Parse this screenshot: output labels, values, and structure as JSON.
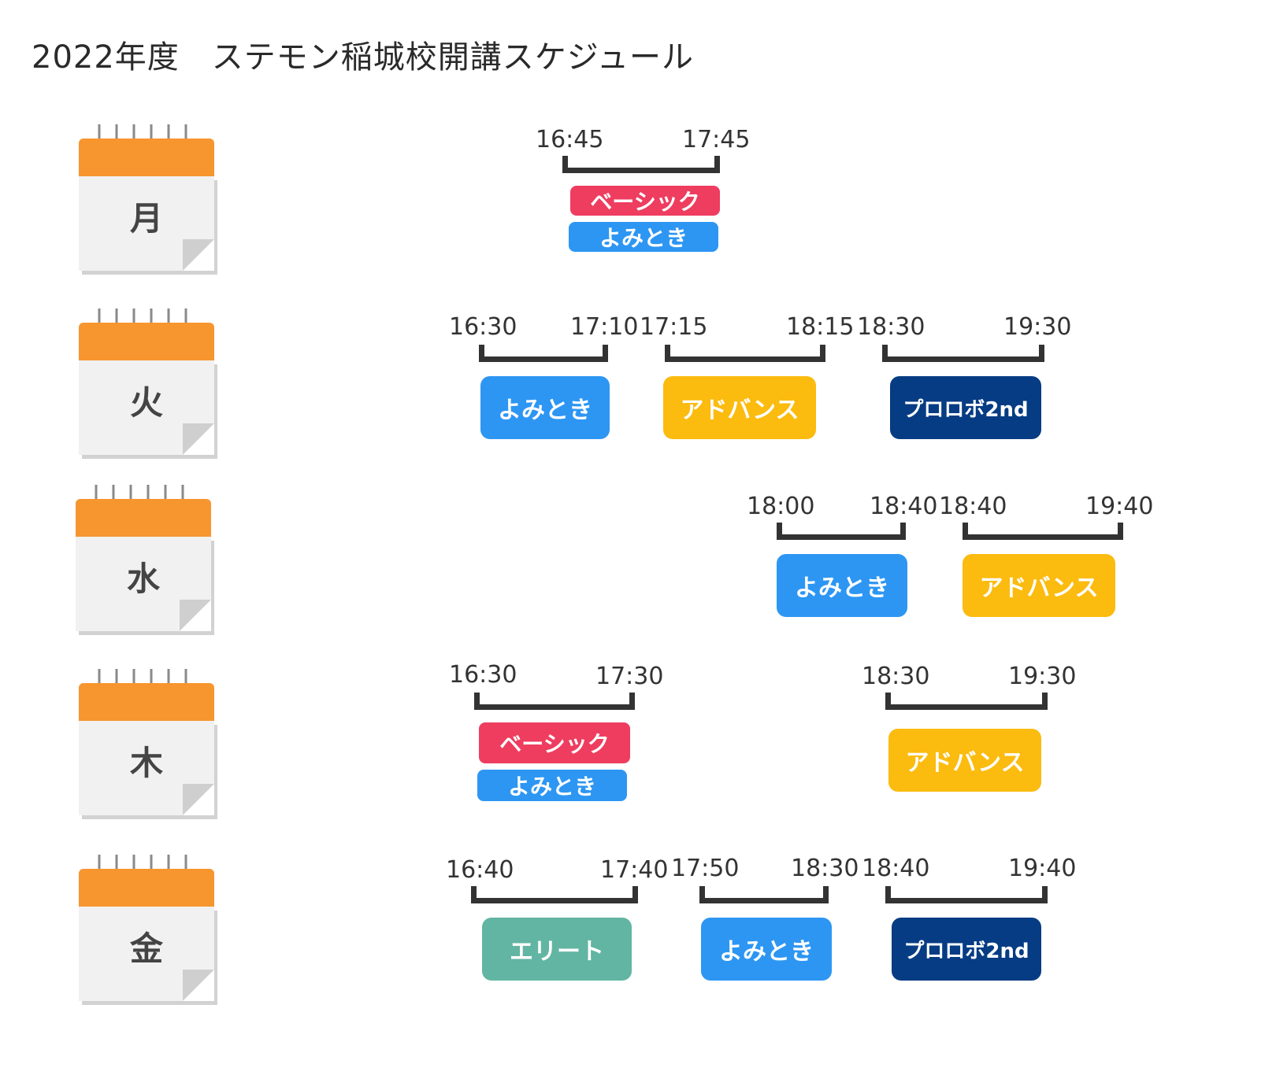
{
  "title": "2022年度　ステモン稲城校開講スケジュール",
  "colors": {
    "basic": "#ee3d5f",
    "yomitoki": "#2d96f3",
    "advance": "#fbbb0f",
    "prorobo": "#063c83",
    "elite": "#62b5a2",
    "calendar_top": "#f7952f"
  },
  "days": [
    {
      "day": "月",
      "times": [
        "16:45",
        "17:45"
      ],
      "courses": [
        "ベーシック",
        "よみとき"
      ]
    },
    {
      "day": "火",
      "times": [
        "16:30",
        "17:10",
        "17:15",
        "18:15",
        "18:30",
        "19:30"
      ],
      "courses": [
        "よみとき",
        "アドバンス",
        "プロロボ2nd"
      ]
    },
    {
      "day": "水",
      "times": [
        "18:00",
        "18:40",
        "18:40",
        "19:40"
      ],
      "courses": [
        "よみとき",
        "アドバンス"
      ]
    },
    {
      "day": "木",
      "times": [
        "16:30",
        "17:30",
        "18:30",
        "19:30"
      ],
      "courses": [
        "ベーシック",
        "よみとき",
        "アドバンス"
      ]
    },
    {
      "day": "金",
      "times": [
        "16:40",
        "17:40",
        "17:50",
        "18:30",
        "18:40",
        "19:40"
      ],
      "courses": [
        "エリート",
        "よみとき",
        "プロロボ2nd"
      ]
    }
  ]
}
